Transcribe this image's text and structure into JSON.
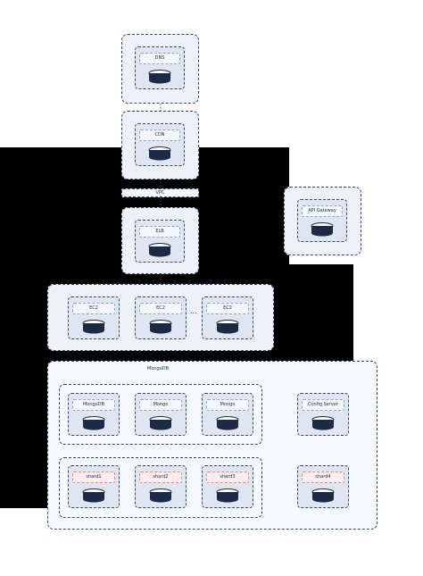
{
  "nodes": {
    "top": "DNS",
    "cdn": "CDN",
    "lb": "ELB",
    "api": "API Gateway",
    "app1": "EC2",
    "app2": "EC2",
    "mongo1": "MongoDB",
    "mongo2": "Mongo",
    "mongo3": "Mongo",
    "config": "Config Server",
    "shard1": "shard1",
    "shard2": "shard2",
    "shard3": "shard3",
    "shard4": "shard4"
  },
  "labels": {
    "vpc": "VPC",
    "ellipsis": "...",
    "cluster": "MongoDB"
  },
  "colors": {
    "border": "#2f4a6d",
    "accent": "#e08a8a"
  }
}
